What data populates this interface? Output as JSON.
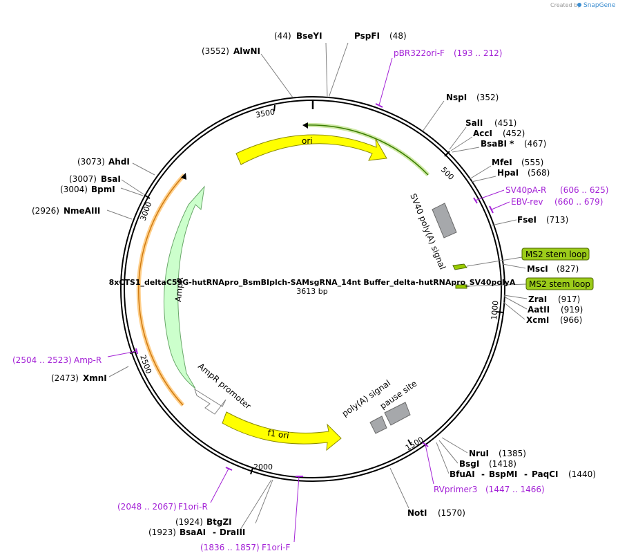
{
  "credit": {
    "created_by": "Created by",
    "brand": "SnapGene"
  },
  "plasmid": {
    "name": "8xCTS1_deltaC59G-hutRNApro_BsmBIplch-SAMsgRNA_14nt Buffer_delta-hutRNApro_SV40polyA",
    "size": "3613 bp"
  },
  "ticks": [
    "500",
    "1000",
    "1500",
    "2000",
    "2500",
    "3000",
    "3500"
  ],
  "sites": {
    "bseyi": {
      "pos": "(44)",
      "name": "BseYI"
    },
    "pspfi": {
      "name": "PspFI",
      "pos": "(48)"
    },
    "alwni": {
      "pos": "(3552)",
      "name": "AlwNI"
    },
    "nspi": {
      "name": "NspI",
      "pos": "(352)"
    },
    "sali": {
      "name": "SalI",
      "pos": "(451)"
    },
    "acci": {
      "name": "AccI",
      "pos": "(452)"
    },
    "bsmbi": {
      "name": "BsaBI",
      "mark": "*",
      "pos": "(467)"
    },
    "mfei": {
      "name": "MfeI",
      "pos": "(555)"
    },
    "hpai": {
      "name": "HpaI",
      "pos": "(568)"
    },
    "fsei": {
      "name": "FseI",
      "pos": "(713)"
    },
    "msci": {
      "name": "MscI",
      "pos": "(827)"
    },
    "zrai": {
      "name": "ZraI",
      "pos": "(917)"
    },
    "aatii": {
      "name": "AatII",
      "pos": "(919)"
    },
    "xcmi": {
      "name": "XcmI",
      "pos": "(966)"
    },
    "nrui": {
      "name": "NruI",
      "pos": "(1385)"
    },
    "bsgi": {
      "name": "BsgI",
      "pos": "(1418)"
    },
    "bfuai": {
      "name": "BfuAI",
      "sep1": "-",
      "name2": "BspMI",
      "sep2": "-",
      "name3": "PaqCI",
      "pos": "(1440)"
    },
    "noti": {
      "name": "NotI",
      "pos": "(1570)"
    },
    "btgzi": {
      "pos": "(1924)",
      "name": "BtgZI"
    },
    "bsaai": {
      "pos": "(1923)",
      "name": "BsaAI",
      "sep": "-",
      "name2": "DraIII"
    },
    "xmni": {
      "pos": "(2473)",
      "name": "XmnI"
    },
    "nmeaiii": {
      "pos": "(2926)",
      "name": "NmeAIII"
    },
    "bpmi": {
      "pos": "(3004)",
      "name": "BpmI"
    },
    "bsai": {
      "pos": "(3007)",
      "name": "BsaI"
    },
    "ahdi": {
      "pos": "(3073)",
      "name": "AhdI"
    }
  },
  "primers": {
    "pbr322": {
      "name": "pBR322ori-F",
      "range": "(193 .. 212)"
    },
    "sv40pa": {
      "name": "SV40pA-R",
      "range": "(606 .. 625)"
    },
    "ebv": {
      "name": "EBV-rev",
      "range": "(660 .. 679)"
    },
    "rvprimer3": {
      "name": "RVprimer3",
      "range": "(1447 .. 1466)"
    },
    "f1ori_r": {
      "range": "(2048 .. 2067)",
      "name": "F1ori-R"
    },
    "f1ori_f": {
      "range": "(1836 .. 1857)",
      "name": "F1ori-F"
    },
    "ampr": {
      "range": "(2504 .. 2523)",
      "name": "Amp-R"
    }
  },
  "features": {
    "ori": "ori",
    "sv40": "SV40 poly(A) signal",
    "ms2_1": "MS2 stem loop",
    "ms2_2": "MS2 stem loop",
    "polya": "poly(A) signal",
    "pause": "pause site",
    "f1ori": "f1 ori",
    "ampr_promoter": "AmpR promoter",
    "ampr": "AmpR"
  },
  "colors": {
    "backbone": "#000000",
    "ori": "#ffff00",
    "ampr": "#ccffcc",
    "terminator": "#a6a8ab",
    "ms2": "#99cc00",
    "primer": "#a321d6",
    "orange_arc": "#ffb347",
    "green_arc": "#9ad14b"
  }
}
